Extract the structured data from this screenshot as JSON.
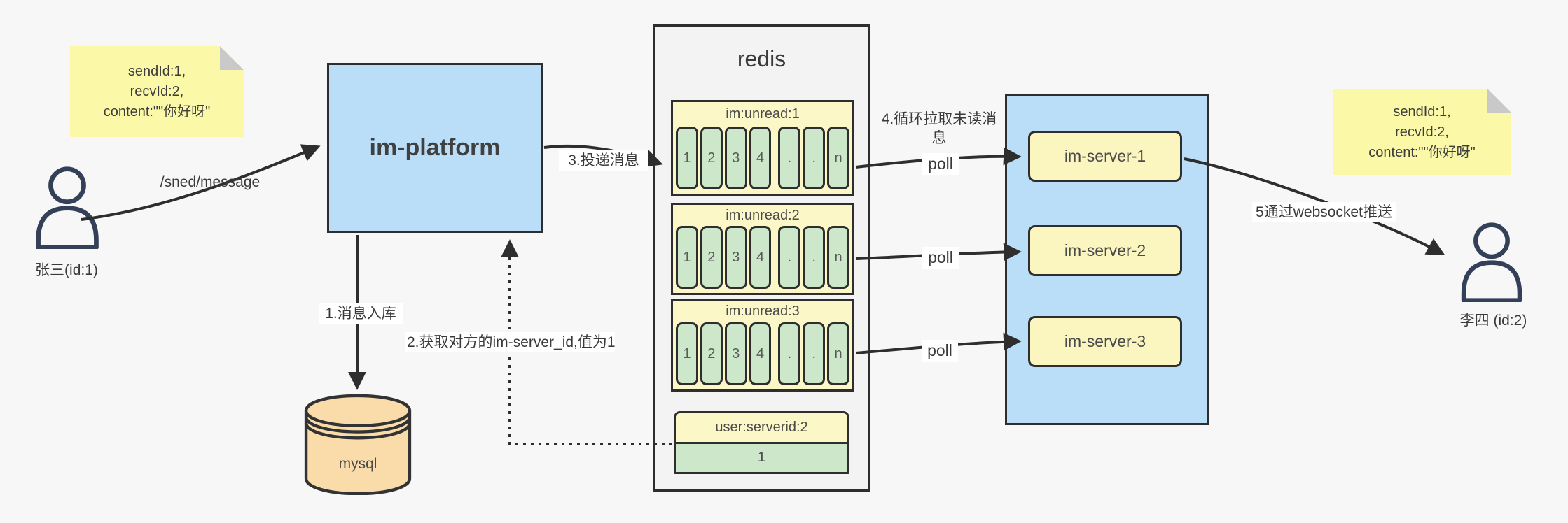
{
  "notes": {
    "left": {
      "line1": "sendId:1,",
      "line2": "recvId:2,",
      "line3": "content:\"\"你好呀\""
    },
    "right": {
      "line1": "sendId:1,",
      "line2": "recvId:2,",
      "line3": "content:\"\"你好呀\""
    }
  },
  "actors": {
    "sender": {
      "label": "张三(id:1)"
    },
    "receiver": {
      "label": "李四 (id:2)"
    }
  },
  "platform": {
    "label": "im-platform"
  },
  "database": {
    "label": "mysql"
  },
  "redis": {
    "title": "redis",
    "queues": [
      {
        "title": "im:unread:1",
        "cells": [
          "1",
          "2",
          "3",
          "4",
          ".",
          ".",
          "n"
        ]
      },
      {
        "title": "im:unread:2",
        "cells": [
          "1",
          "2",
          "3",
          "4",
          ".",
          ".",
          "n"
        ]
      },
      {
        "title": "im:unread:3",
        "cells": [
          "1",
          "2",
          "3",
          "4",
          ".",
          ".",
          "n"
        ]
      }
    ],
    "kv": {
      "key": "user:serverid:2",
      "value": "1"
    }
  },
  "servers": [
    {
      "label": "im-server-1"
    },
    {
      "label": "im-server-2"
    },
    {
      "label": "im-server-3"
    }
  ],
  "edges": {
    "send": "/sned/message",
    "store": "1.消息入库",
    "fetch": "2.获取对方的im-server_id,值为1",
    "deliver": "3.投递消息",
    "pull_line1": "4.循环拉取未读消",
    "pull_line2": "息",
    "poll": "poll",
    "push": "5通过websocket推送"
  },
  "colors": {
    "box_blue": "#badef8",
    "note_yellow": "#fbf9a8",
    "panel_yellow": "#fcf7c6",
    "cell_green": "#cde7cb",
    "db_tan": "#fadcaa",
    "stroke": "#2e2e2e"
  }
}
